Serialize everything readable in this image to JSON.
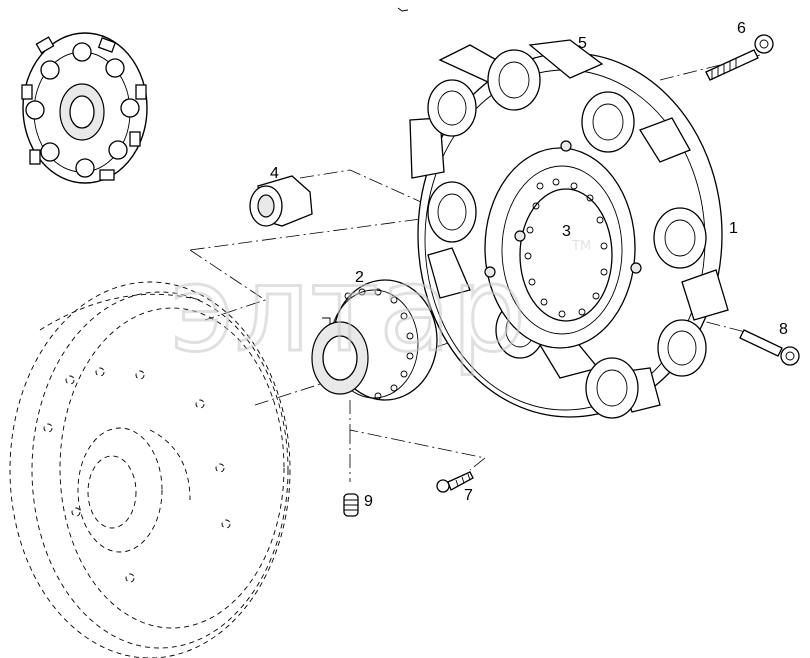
{
  "diagram": {
    "callouts": {
      "c1": "1",
      "c2": "2",
      "c3": "3",
      "c4": "4",
      "c5": "5",
      "c6": "6",
      "c7": "7",
      "c8": "8",
      "c9": "9"
    },
    "watermark": {
      "text": "элтар",
      "tm": "TM"
    }
  },
  "colors": {
    "line": "#000000",
    "background": "#ffffff",
    "watermark": "#cfcfcf",
    "shade": "#e9e9e9"
  }
}
